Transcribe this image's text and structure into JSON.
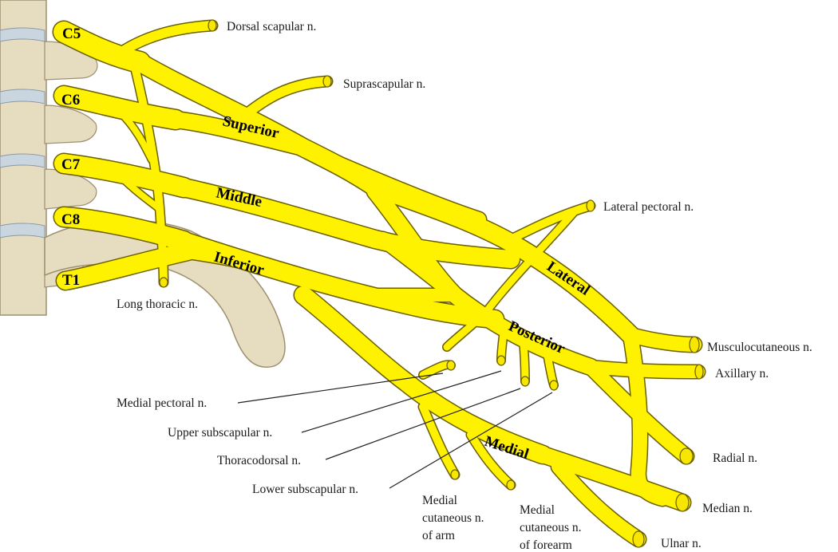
{
  "roots": {
    "c5": "C5",
    "c6": "C6",
    "c7": "C7",
    "c8": "C8",
    "t1": "T1"
  },
  "trunks": {
    "superior": "Superior",
    "middle": "Middle",
    "inferior": "Inferior"
  },
  "cords": {
    "lateral": "Lateral",
    "posterior": "Posterior",
    "medial": "Medial"
  },
  "labels": {
    "dorsal_scapular": "Dorsal scapular n.",
    "suprascapular": "Suprascapular n.",
    "lateral_pectoral": "Lateral pectoral n.",
    "long_thoracic": "Long thoracic n.",
    "musculocutaneous": "Musculocutaneous n.",
    "axillary": "Axillary n.",
    "medial_pectoral": "Medial pectoral n.",
    "upper_subscapular": "Upper subscapular n.",
    "thoracodorsal": "Thoracodorsal n.",
    "lower_subscapular": "Lower subscapular n.",
    "radial": "Radial n.",
    "median": "Median n.",
    "ulnar": "Ulnar n.",
    "medial_cutaneous_arm": [
      "Medial",
      "cutaneous n.",
      "of arm"
    ],
    "medial_cutaneous_forearm": [
      "Medial",
      "cutaneous n.",
      "of forearm"
    ]
  },
  "colors": {
    "nerve": "#fff200",
    "nerve_outline": "#6b5f00",
    "bone": "#e6dcc0",
    "bone_outline": "#9c9070",
    "disc": "#c9d6e0"
  }
}
